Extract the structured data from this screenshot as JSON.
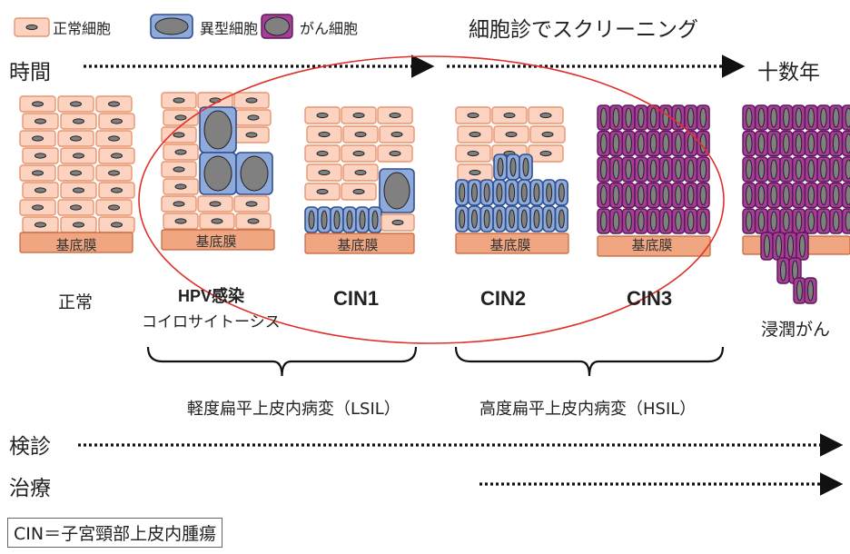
{
  "legend": [
    {
      "icon": "normal-cell-icon",
      "label": "正常細胞"
    },
    {
      "icon": "atypical-cell-icon",
      "label": "異型細胞"
    },
    {
      "icon": "cancer-cell-icon",
      "label": "がん細胞"
    }
  ],
  "screening_label": "細胞診でスクリーニング",
  "time_label": "時間",
  "years_label": "十数年",
  "membrane_label": "基底膜",
  "stages": [
    {
      "label": "正常",
      "sub": ""
    },
    {
      "label": "HPV感染",
      "sub": "コイロサイトーシス"
    },
    {
      "label": "CIN1",
      "sub": ""
    },
    {
      "label": "CIN2",
      "sub": ""
    },
    {
      "label": "CIN3",
      "sub": ""
    },
    {
      "label": "浸潤がん",
      "sub": ""
    }
  ],
  "groups": {
    "lsil": "軽度扁平上皮内病変（LSIL）",
    "hsil": "高度扁平上皮内病変（HSIL）"
  },
  "checkup_label": "検診",
  "treatment_label": "治療",
  "footnote": "CIN＝子宮頸部上皮内腫瘍",
  "colors": {
    "normal_fill": "#fbd3c0",
    "normal_stroke": "#e8956e",
    "atypical_fill": "#8eaadb",
    "atypical_stroke": "#2f4f8f",
    "cancer_fill": "#a83c99",
    "cancer_stroke": "#5a1a55",
    "nucleus": "#808080",
    "membrane_fill": "#f0a680",
    "membrane_stroke": "#c4643a",
    "ellipse": "#e0302a"
  }
}
